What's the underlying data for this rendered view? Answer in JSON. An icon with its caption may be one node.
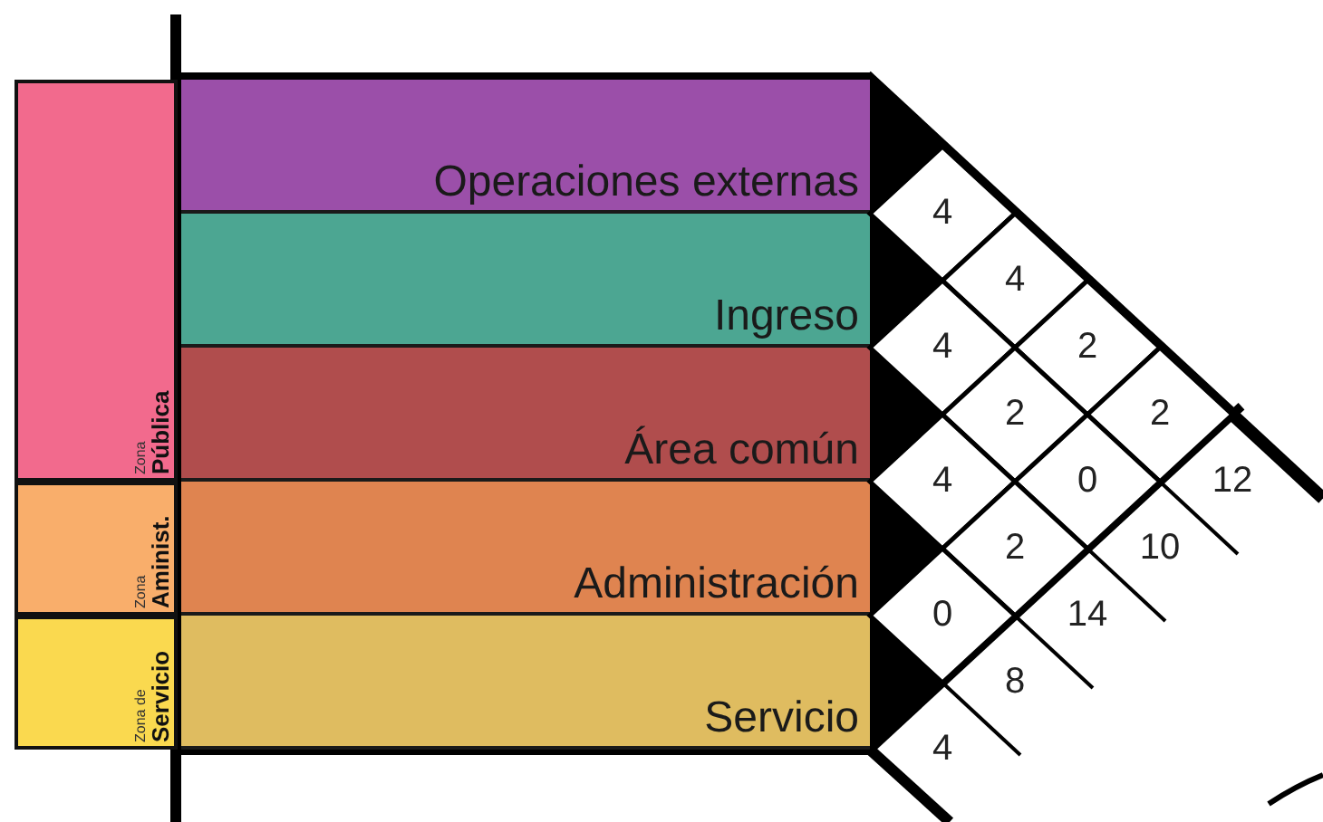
{
  "diagram": {
    "nodes": [
      {
        "text": [
          "Zona",
          "Pública"
        ]
      },
      {
        "text": [
          "Zona",
          "Aminist."
        ]
      },
      {
        "text": [
          "Zona de",
          "Servicio"
        ]
      },
      {
        "text": [
          "Operaciones externas"
        ]
      },
      {
        "text": [
          "Ingreso"
        ]
      },
      {
        "text": [
          "Área común"
        ]
      },
      {
        "text": [
          "Administración"
        ]
      },
      {
        "text": [
          "Servicio"
        ]
      },
      {
        "text": [
          "4"
        ]
      },
      {
        "text": [
          "4"
        ]
      },
      {
        "text": [
          "4"
        ]
      },
      {
        "text": [
          "2"
        ]
      },
      {
        "text": [
          "2"
        ]
      },
      {
        "text": [
          "2"
        ]
      },
      {
        "text": [
          "4"
        ]
      },
      {
        "text": [
          "0"
        ]
      },
      {
        "text": [
          "2"
        ]
      },
      {
        "text": [
          "0"
        ]
      }
    ],
    "labels": [
      "12",
      "10",
      "14",
      "8",
      "4"
    ]
  }
}
